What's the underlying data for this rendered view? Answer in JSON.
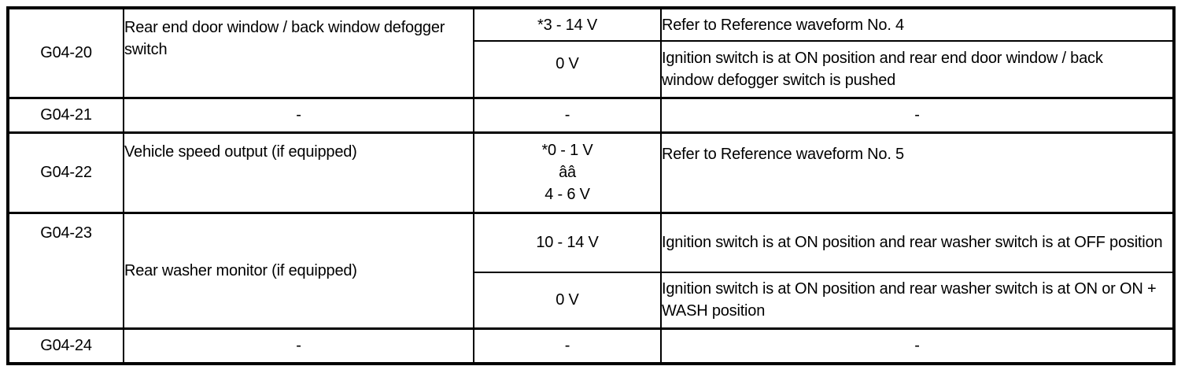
{
  "page": {
    "background_color": "#ffffff",
    "text_color": "#000000",
    "border_color": "#000000"
  },
  "table": {
    "rows": [
      {
        "terminal": "G04-20",
        "description": "Rear end door window / back window defogger switch",
        "sub_rows": [
          {
            "voltage": "*3 - 14 V",
            "condition": "Refer to Reference waveform No. 4"
          },
          {
            "voltage": "0 V",
            "condition": "Ignition switch is at ON position and rear end door window / back window defogger switch is pushed"
          }
        ]
      },
      {
        "terminal": "G04-21",
        "description": "-",
        "sub_rows": [
          {
            "voltage": "-",
            "condition": "-"
          }
        ]
      },
      {
        "terminal": "G04-22",
        "description": "Vehicle speed output (if equipped)",
        "sub_rows": [
          {
            "voltage_lines": [
              "*0 - 1 V",
              "ââ",
              "4 - 6 V"
            ],
            "condition": "Refer to Reference waveform No. 5"
          }
        ]
      },
      {
        "terminal": "G04-23",
        "description": "Rear washer monitor (if equipped)",
        "sub_rows": [
          {
            "voltage": "10 - 14 V",
            "condition": "Ignition switch is at ON position and rear washer switch is at OFF position"
          },
          {
            "voltage": "0 V",
            "condition": "Ignition switch is at ON position and rear washer switch is at ON or ON + WASH position"
          }
        ]
      },
      {
        "terminal": "G04-24",
        "description": "-",
        "sub_rows": [
          {
            "voltage": "-",
            "condition": "-"
          }
        ]
      }
    ]
  }
}
